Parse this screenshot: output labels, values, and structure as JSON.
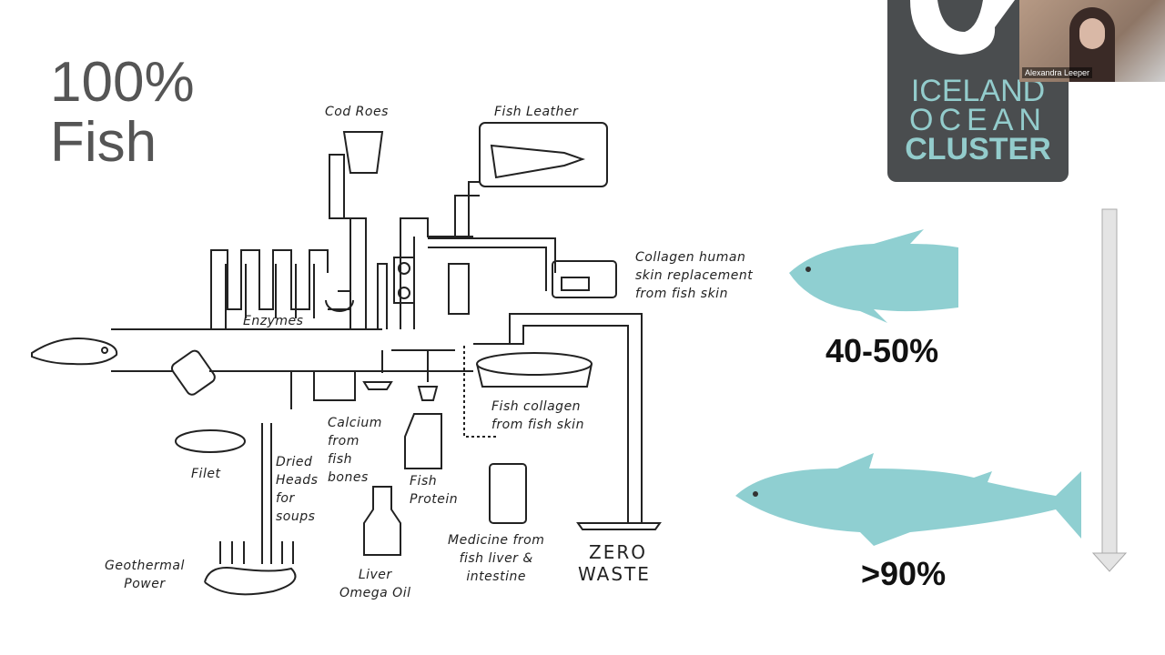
{
  "slide": {
    "title_line1": "100%",
    "title_line2": "Fish",
    "diagram_labels": {
      "cod_roes": "Cod Roes",
      "fish_leather": "Fish Leather",
      "collagen_human": [
        "Collagen human",
        "skin replacement",
        "from fish skin"
      ],
      "enzymes": "Enzymes",
      "fish_collagen": [
        "Fish collagen",
        "from fish skin"
      ],
      "calcium": [
        "Calcium",
        "from",
        "fish",
        "bones"
      ],
      "dried_heads": [
        "Dried",
        "Heads",
        "for",
        "soups"
      ],
      "filet": "Filet",
      "fish_protein": [
        "Fish",
        "Protein"
      ],
      "medicine": [
        "Medicine from",
        "fish liver &",
        "intestine"
      ],
      "zero_waste": [
        "ZERO",
        "WASTE"
      ],
      "geothermal": [
        "Geothermal",
        "Power"
      ],
      "liver_oil": [
        "Liver",
        "Omega Oil"
      ]
    },
    "stat_top": "40-50%",
    "stat_bottom": ">90%",
    "logo": [
      "ICELAND",
      "OCEAN",
      "CLUSTER"
    ],
    "colors": {
      "fish": "#8fcfd1",
      "logo_bg": "#4a4d4f",
      "logo_text": "#93cccc",
      "arrow": "#d9d9d9"
    }
  },
  "video": {
    "participant_name": "Alexandra Leeper"
  }
}
